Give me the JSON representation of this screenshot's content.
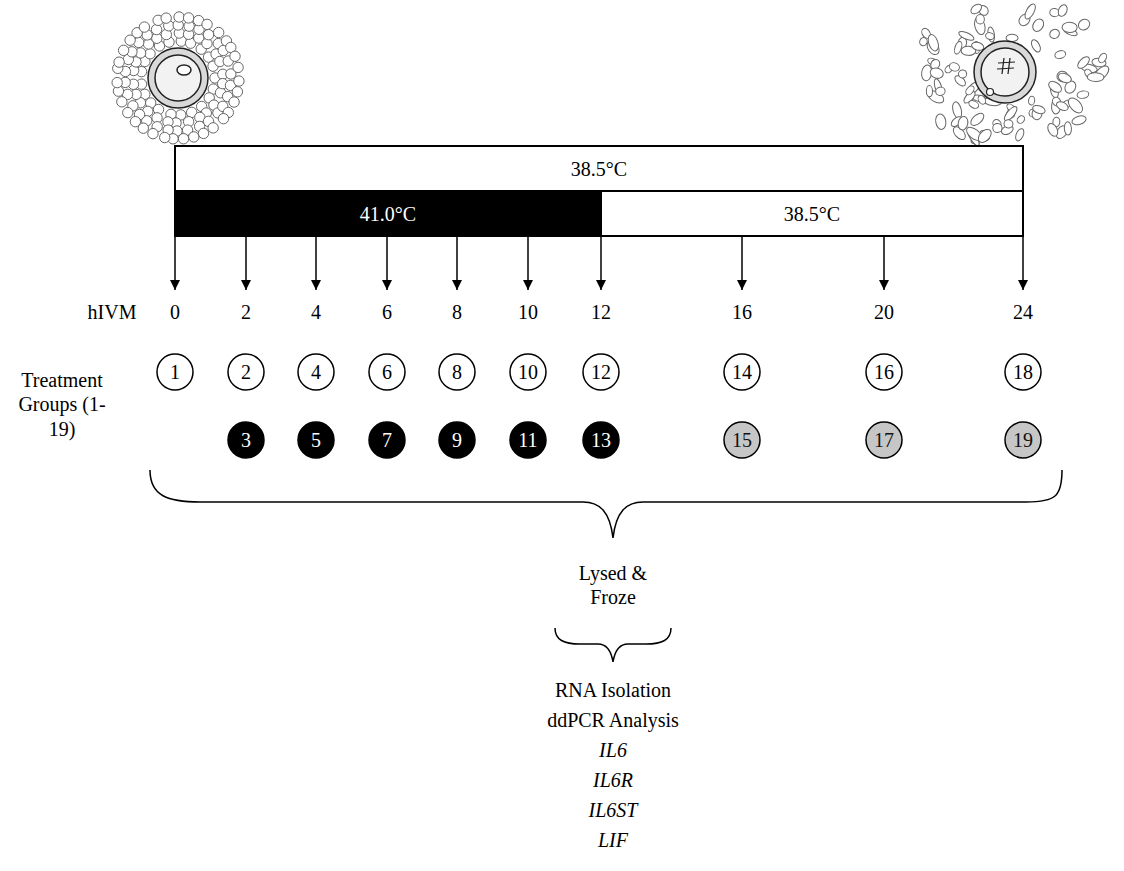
{
  "diagram": {
    "nodes": [
      {
        "text": [
          "38.5°C"
        ]
      },
      {
        "text": [
          "41.0°C"
        ],
        "in": 0
      },
      {
        "text": [
          "38.5°C"
        ],
        "in": 0
      },
      {
        "text": [
          "1"
        ]
      },
      {
        "text": [
          "2"
        ]
      },
      {
        "text": [
          "4"
        ]
      },
      {
        "text": [
          "6"
        ]
      },
      {
        "text": [
          "8"
        ]
      },
      {
        "text": [
          "10"
        ]
      },
      {
        "text": [
          "12"
        ]
      },
      {
        "text": [
          "14"
        ]
      },
      {
        "text": [
          "16"
        ]
      },
      {
        "text": [
          "18"
        ]
      },
      {
        "text": [
          "3"
        ]
      },
      {
        "text": [
          "5"
        ]
      },
      {
        "text": [
          "7"
        ]
      },
      {
        "text": [
          "9"
        ]
      },
      {
        "text": [
          "11"
        ]
      },
      {
        "text": [
          "13"
        ]
      },
      {
        "text": [
          "15"
        ]
      },
      {
        "text": [
          "17"
        ]
      },
      {
        "text": [
          "19"
        ]
      }
    ],
    "labels": [
      "hIVM",
      "0",
      "2",
      "4",
      "6",
      "8",
      "10",
      "12",
      "16",
      "20",
      "24",
      "Treatment Groups (1-19)",
      "Lysed & Froze",
      "RNA Isolation",
      "ddPCR Analysis",
      "IL6",
      "IL6R",
      "IL6ST",
      "LIF"
    ]
  }
}
